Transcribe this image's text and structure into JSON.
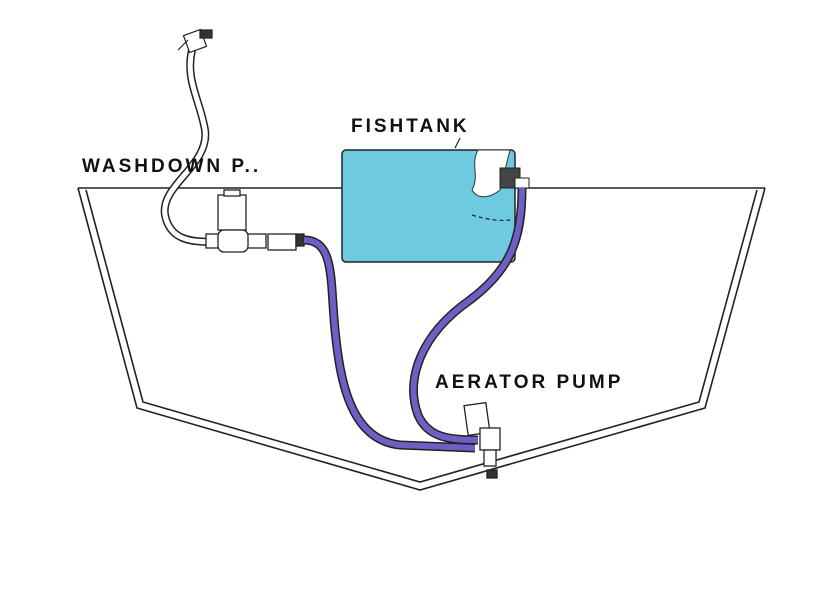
{
  "labels": {
    "washdown": "WASHDOWN P..",
    "fishtank": "FISHTANK",
    "aerator": "AERATOR PUMP"
  },
  "colors": {
    "tank": "#6dcae0",
    "hose": "#6f5fc4",
    "line": "#222222"
  }
}
